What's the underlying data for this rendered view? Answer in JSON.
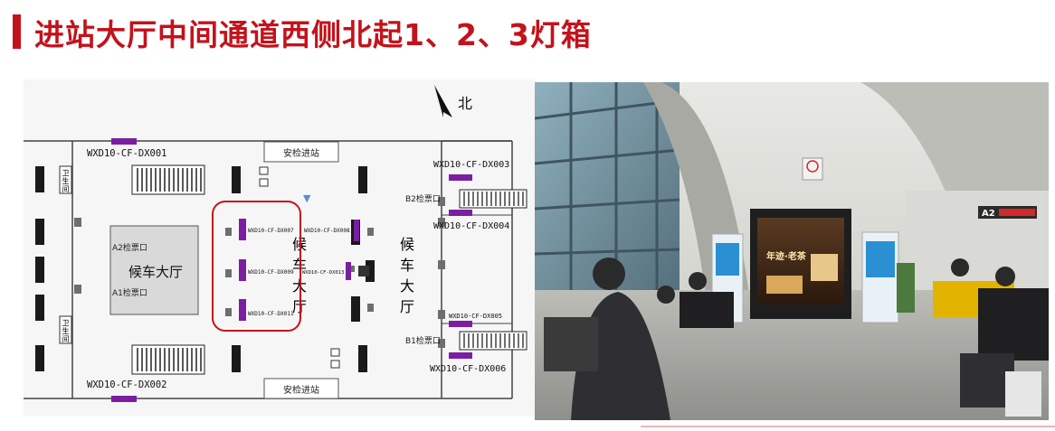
{
  "title": "进站大厅中间通道西侧北起1、2、3灯箱",
  "colors": {
    "accent": "#c4121b",
    "ad_slot": "#7b1ea2",
    "highlight": "#c4121b"
  },
  "map": {
    "north_label": "北",
    "security_top": "安检进站",
    "security_bottom": "安检进站",
    "hall_center": "候车大厅",
    "hall_vertical_1": [
      "候",
      "车",
      "大",
      "厅"
    ],
    "hall_vertical_2": [
      "候",
      "车",
      "大",
      "厅"
    ],
    "toilet_top": [
      "卫",
      "生",
      "间"
    ],
    "toilet_bottom": [
      "卫",
      "生",
      "间"
    ],
    "gates": {
      "a2": "A2检票口",
      "a1": "A1检票口",
      "b2": "B2检票口",
      "b1": "B1检票口"
    },
    "ads": {
      "dx001": "WXD10-CF-DX001",
      "dx002": "WXD10-CF-DX002",
      "dx003": "WXD10-CF-DX003",
      "dx004": "WXD10-CF-DX004",
      "dx005": "WXD10-CF-DX005",
      "dx006": "WXD10-CF-DX006",
      "dx007": "WXD10-CF-DX007",
      "dx008": "WXD10-CF-DX008",
      "dx009": "WXD10-CF-DX009",
      "dx011": "WXD10-CF-DX011",
      "dx013": "WXD10-CF-DX013"
    }
  },
  "photo": {
    "sign_gate": "A2",
    "lightbox_headline": "年迹·老茶"
  }
}
